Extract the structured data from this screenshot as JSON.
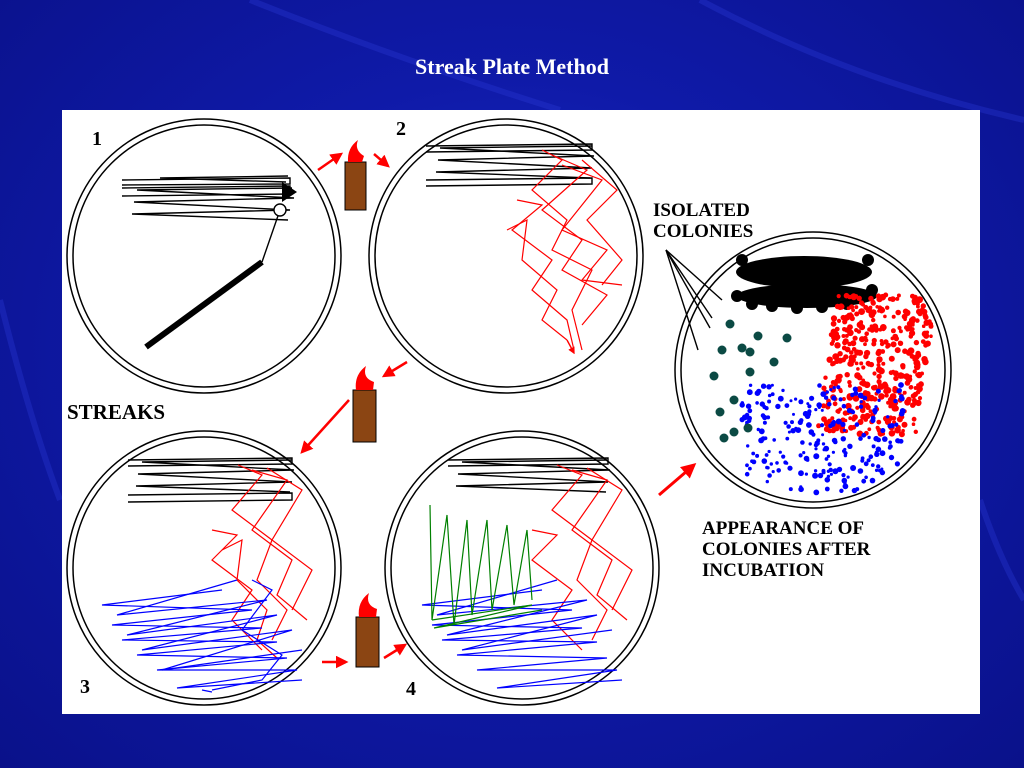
{
  "slide": {
    "title": "Streak Plate Method"
  },
  "diagram": {
    "step_labels": [
      "1",
      "2",
      "3",
      "4"
    ],
    "streaks_label": "STREAKS",
    "isolated_colonies_label": [
      "ISOLATED",
      "COLONIES"
    ],
    "result_label": [
      "APPEARANCE OF",
      "COLONIES AFTER",
      "INCUBATION"
    ],
    "colors": {
      "background": "#0f1aa8",
      "streak_first": "#000000",
      "streak_second": "#ff0000",
      "streak_third": "#0000ff",
      "streak_fourth": "#008000",
      "burner": "#8b4513",
      "flame": "#ff0000",
      "arrow": "#ff0000",
      "colony_dark": "#0b4a44"
    }
  }
}
